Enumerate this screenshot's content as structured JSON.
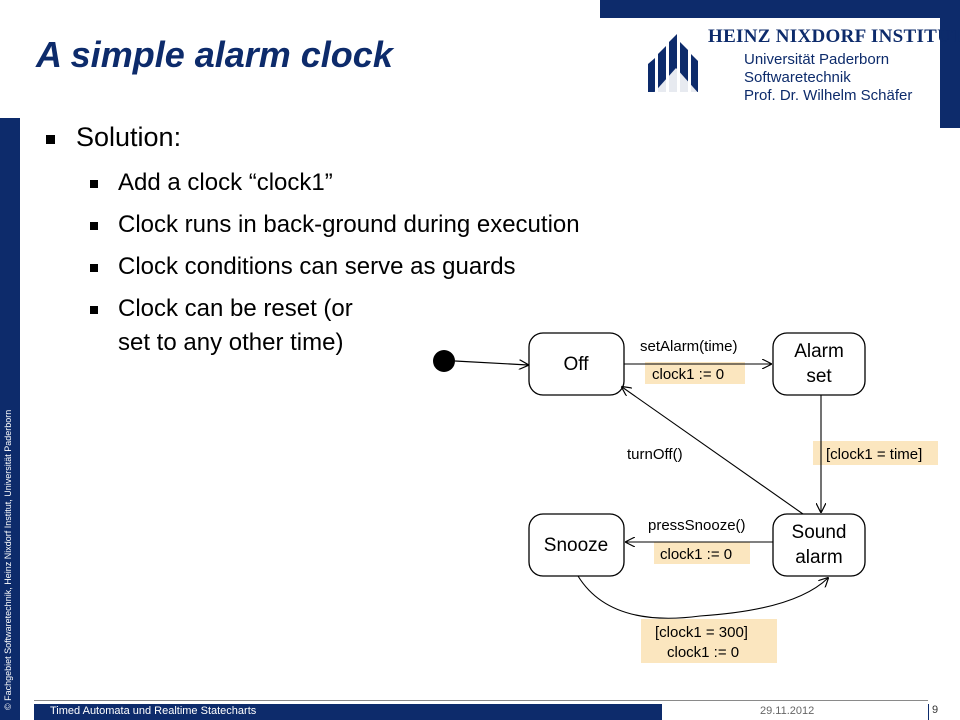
{
  "slide": {
    "title": "A simple alarm clock",
    "side_text": "© Fachgebiet Softwaretechnik, Heinz Nixdorf Institut, Universität Paderborn"
  },
  "logo": {
    "institute": "HEINZ NIXDORF INSTITUT",
    "university": "Universität Paderborn",
    "department": "Softwaretechnik",
    "professor": "Prof. Dr. Wilhelm Schäfer"
  },
  "content": {
    "bullet_main": "Solution:",
    "sub_bullets": [
      "Add a clock “clock1”",
      "Clock runs in back-ground during execution",
      "Clock conditions can serve as guards",
      "Clock can be reset (or",
      "set to any other time)"
    ]
  },
  "diagram": {
    "states": {
      "off": "Off",
      "alarm_set_1": "Alarm",
      "alarm_set_2": "set",
      "snooze": "Snooze",
      "sound_alarm_1": "Sound",
      "sound_alarm_2": "alarm"
    },
    "labels": {
      "set_alarm": "setAlarm(time)",
      "set_alarm_action": "clock1 := 0",
      "guard_time": "[clock1 = time]",
      "turn_off": "turnOff()",
      "press_snooze": "pressSnooze()",
      "press_snooze_action": "clock1 := 0",
      "snooze_guard": "[clock1 = 300]",
      "snooze_action": "clock1 := 0"
    },
    "highlight_color": "#fbe6bf"
  },
  "footer": {
    "title": "Timed Automata und Realtime Statecharts",
    "date": "29.11.2012",
    "page": "9"
  },
  "colors": {
    "brand": "#0d2b6b"
  }
}
